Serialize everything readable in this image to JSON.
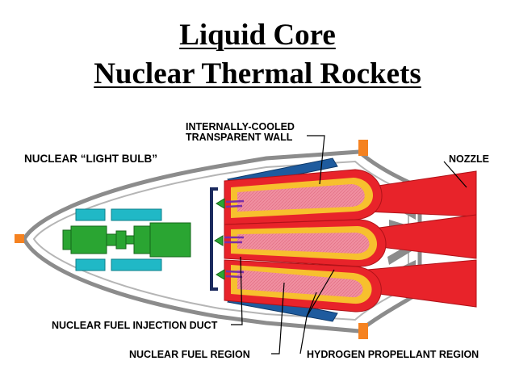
{
  "title": {
    "line1": "Liquid Core",
    "line2": "Nuclear Thermal Rockets"
  },
  "labels": {
    "internally_cooled_line1": "INTERNALLY-COOLED",
    "internally_cooled_line2": "TRANSPARENT WALL",
    "light_bulb": "NUCLEAR “LIGHT BULB”",
    "nozzle": "NOZZLE",
    "injection_duct": "NUCLEAR FUEL INJECTION DUCT",
    "fuel_region": "NUCLEAR FUEL REGION",
    "hydrogen_region": "HYDROGEN PROPELLANT REGION"
  },
  "colors": {
    "housing": "#8c8c8c",
    "nozzle_red": "#e8232a",
    "wall_yellow": "#f7c02e",
    "fuel_pink": "#f08fa0",
    "reflector_blue": "#1e5b9e",
    "coolant_cyan": "#20b8c6",
    "pump_green": "#2aa532",
    "fitting_orange": "#f58220",
    "injector_purple": "#7a2fa8"
  }
}
